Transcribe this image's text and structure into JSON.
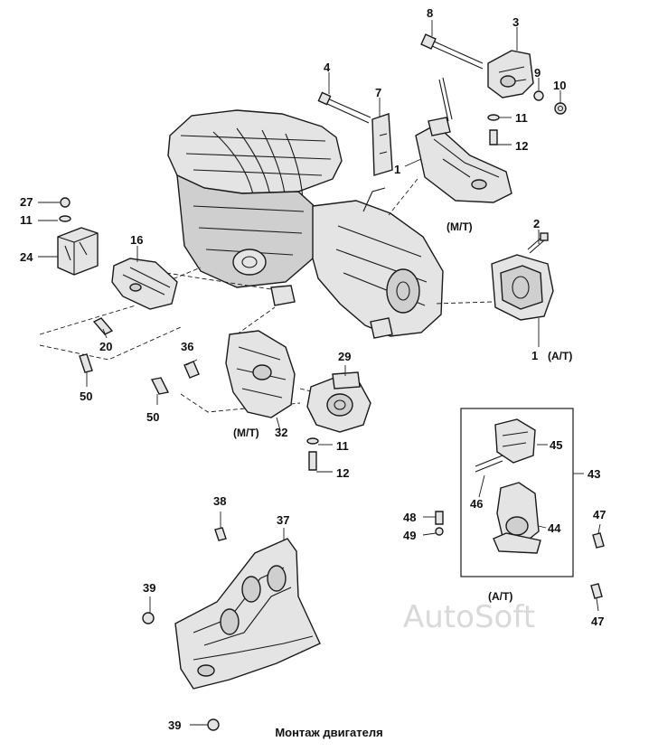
{
  "title": "Монтаж двигателя",
  "watermark": "AutoSoft",
  "captions": {
    "mt_top": "(M/T)",
    "at_right": "(A/T)",
    "mt_bottom": "(M/T)",
    "at_bottom": "(A/T)"
  },
  "callouts": [
    "8",
    "3",
    "4",
    "7",
    "9",
    "10",
    "11",
    "12",
    "1",
    "2",
    "1",
    "27",
    "11",
    "24",
    "16",
    "20",
    "50",
    "36",
    "29",
    "50",
    "32",
    "11",
    "12",
    "45",
    "43",
    "46",
    "48",
    "49",
    "44",
    "47",
    "47",
    "38",
    "37",
    "39",
    "39"
  ]
}
